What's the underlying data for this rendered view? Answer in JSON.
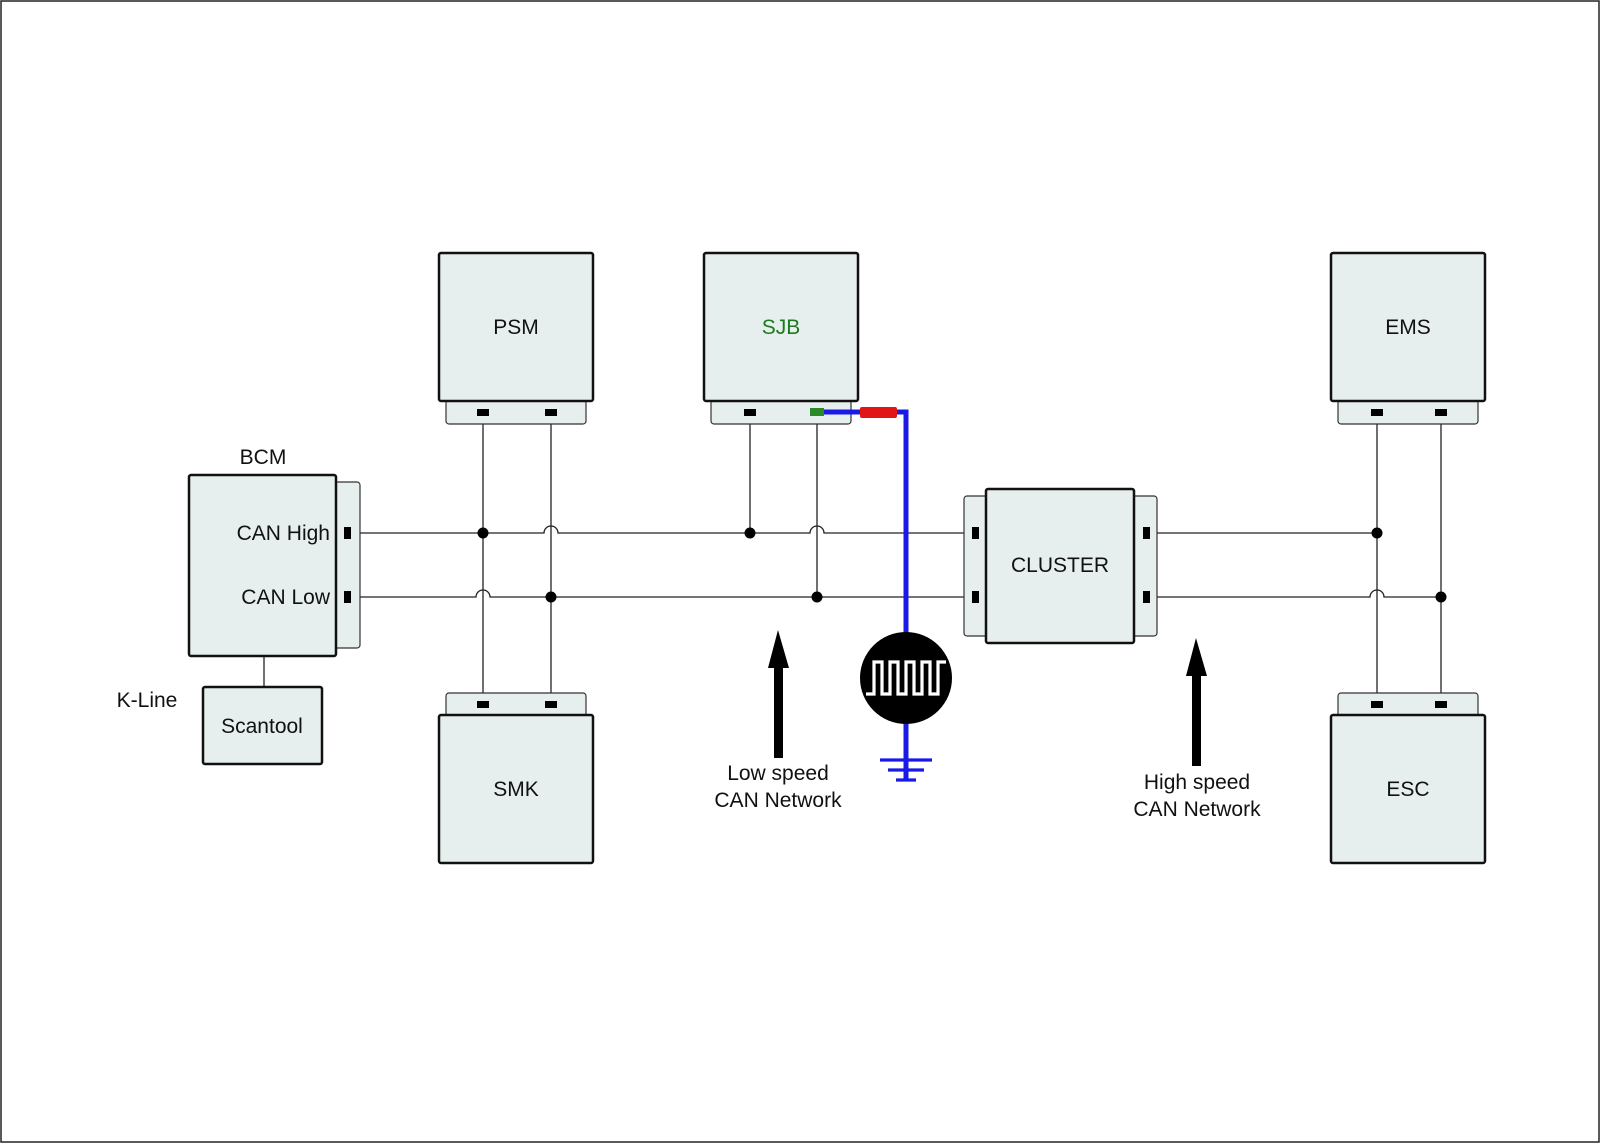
{
  "modules": {
    "psm": "PSM",
    "sjb": "SJB",
    "ems": "EMS",
    "bcm": "BCM",
    "cluster": "CLUSTER",
    "smk": "SMK",
    "esc": "ESC",
    "scantool": "Scantool"
  },
  "bcm_pins": {
    "can_high": "CAN High",
    "can_low": "CAN Low"
  },
  "k_line": "K-Line",
  "low_speed": {
    "line1": "Low speed",
    "line2": "CAN Network"
  },
  "high_speed": {
    "line1": "High speed",
    "line2": "CAN Network"
  },
  "colors": {
    "sjb_label": "#1e7a1e",
    "probe_wire": "#1a1ae6",
    "probe_red": "#e01515",
    "probe_green": "#2a8a2a",
    "module_fill": "#e6eeee"
  },
  "icons": {
    "scope": "square-wave-scope-icon",
    "ground": "ground-symbol-icon"
  }
}
